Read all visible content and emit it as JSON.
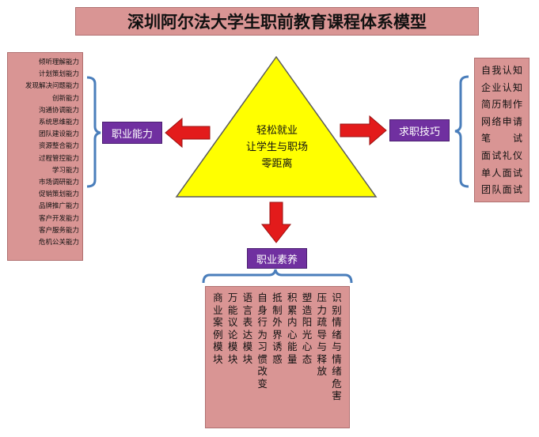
{
  "title": "深圳阿尔法大学生职前教育课程体系模型",
  "center": {
    "line1": "轻松就业",
    "line2": "让学生与职场",
    "line3": "零距离"
  },
  "labels": {
    "left": "职业能力",
    "right": "求职技巧",
    "bottom": "职业素养"
  },
  "left_items": [
    "倾听理解能力",
    "计划策划能力",
    "发现解决问题能力",
    "创新能力",
    "沟通协调能力",
    "系统思维能力",
    "团队建设能力",
    "资源整合能力",
    "过程管控能力",
    "学习能力",
    "市场调研能力",
    "促销策划能力",
    "品牌推广能力",
    "客户开发能力",
    "客户服务能力",
    "危机公关能力"
  ],
  "right_items": [
    "自我认知",
    "企业认知",
    "简历制作",
    "网络申请",
    "笔试",
    "面试礼仪",
    "单人面试",
    "团队面试"
  ],
  "bottom_items": [
    "商业案例模块",
    "万能议论模块",
    "语言表达模块",
    "自身行为习惯改变",
    "抵制外界诱惑",
    "积累内心能量",
    "塑造阳光心态",
    "压力疏导与释放",
    "识别情绪与情绪危害"
  ],
  "colors": {
    "box_fill": "#d99594",
    "label_fill": "#7030a0",
    "triangle_fill": "#ffff00",
    "arrow_fill": "#e31b1b",
    "bracket": "#4a7ebb"
  }
}
